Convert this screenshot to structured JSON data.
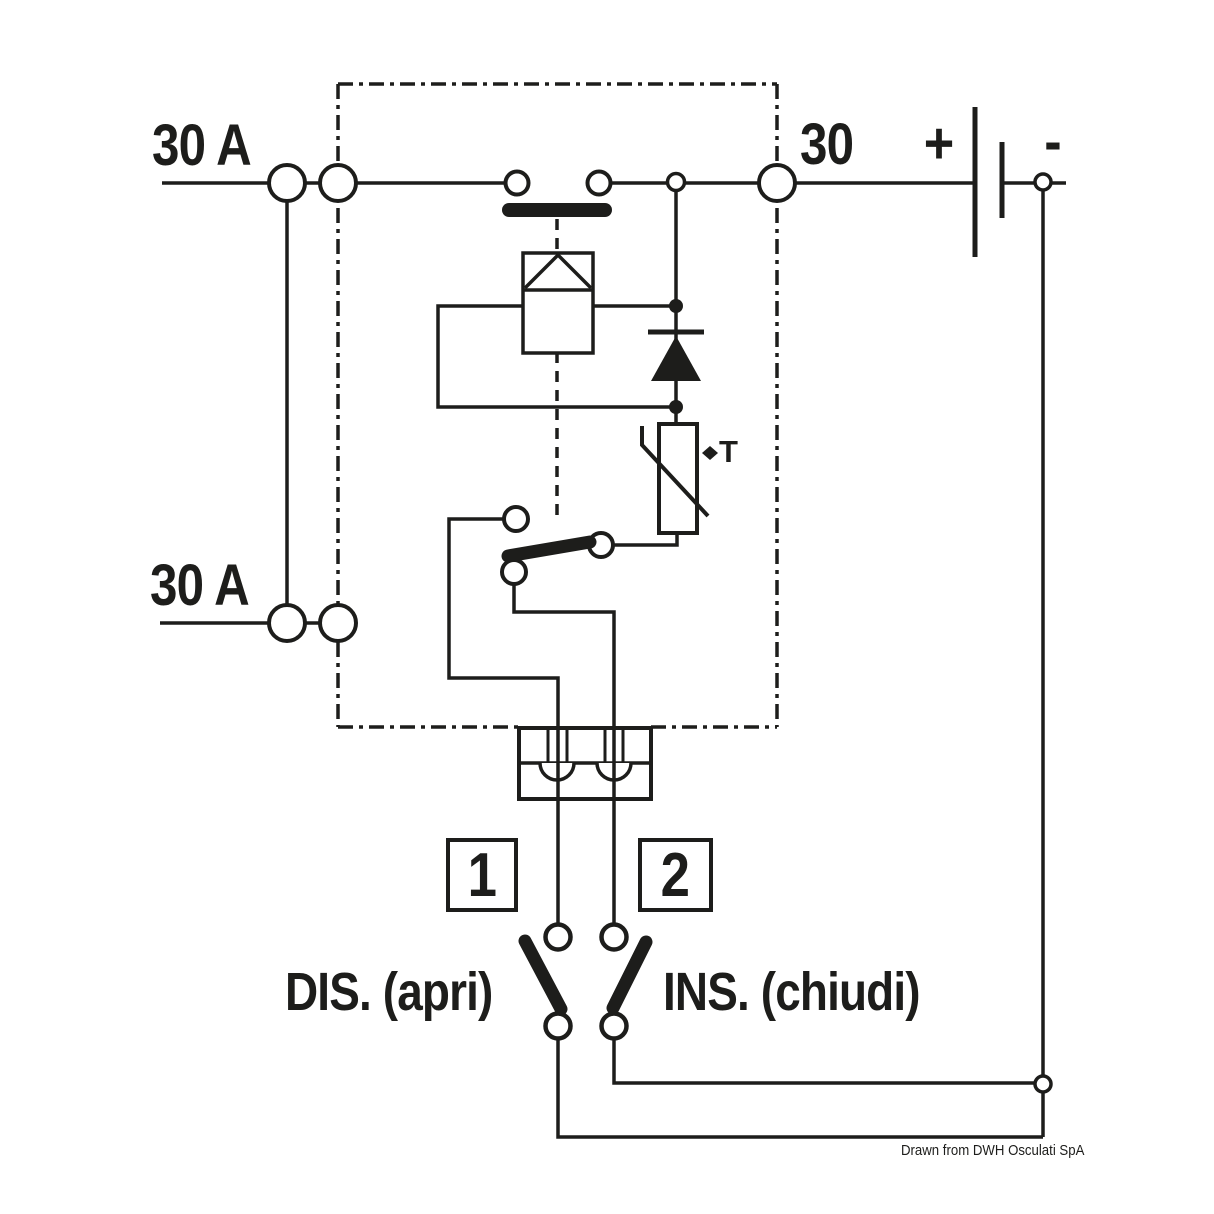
{
  "labels": {
    "fuse_top": "30 A",
    "fuse_bottom": "30 A",
    "terminal_30": "30",
    "battery_plus": "+",
    "battery_minus": "-",
    "thermistor": "T",
    "pin1": "1",
    "pin2": "2",
    "switch_disconnect": "DIS. (apri)",
    "switch_connect": "INS. (chiudi)",
    "credit": "Drawn from DWH Osculati SpA"
  },
  "colors": {
    "ink": "#1d1d1b",
    "background": "#ffffff"
  }
}
